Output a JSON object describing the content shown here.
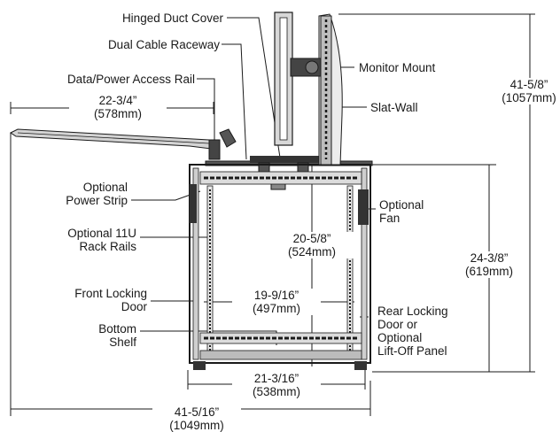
{
  "callouts": {
    "hinged_duct_cover": "Hinged Duct Cover",
    "dual_cable_raceway": "Dual Cable Raceway",
    "data_power_access_rail": "Data/Power Access Rail",
    "monitor_mount": "Monitor Mount",
    "slat_wall": "Slat-Wall",
    "optional_power_strip_1": "Optional",
    "optional_power_strip_2": "Power Strip",
    "optional_fan_1": "Optional",
    "optional_fan_2": "Fan",
    "optional_rack_rails_1": "Optional 11U",
    "optional_rack_rails_2": "Rack Rails",
    "front_locking_door_1": "Front Locking",
    "front_locking_door_2": "Door",
    "bottom_shelf_1": "Bottom",
    "bottom_shelf_2": "Shelf",
    "rear_door_1": "Rear Locking",
    "rear_door_2": "Door or",
    "rear_door_3": "Optional",
    "rear_door_4": "Lift-Off Panel"
  },
  "dimensions": {
    "shelf_width_in": "22-3/4”",
    "shelf_width_mm": "(578mm)",
    "total_height_in": "41-5/8”",
    "total_height_mm": "(1057mm)",
    "interior_height_in": "20-5/8”",
    "interior_height_mm": "(524mm)",
    "cabinet_height_in": "24-3/8”",
    "cabinet_height_mm": "(619mm)",
    "interior_width_in": "19-9/16”",
    "interior_width_mm": "(497mm)",
    "base_width_in": "21-3/16”",
    "base_width_mm": "(538mm)",
    "total_width_in": "41-5/16”",
    "total_width_mm": "(1049mm)"
  }
}
